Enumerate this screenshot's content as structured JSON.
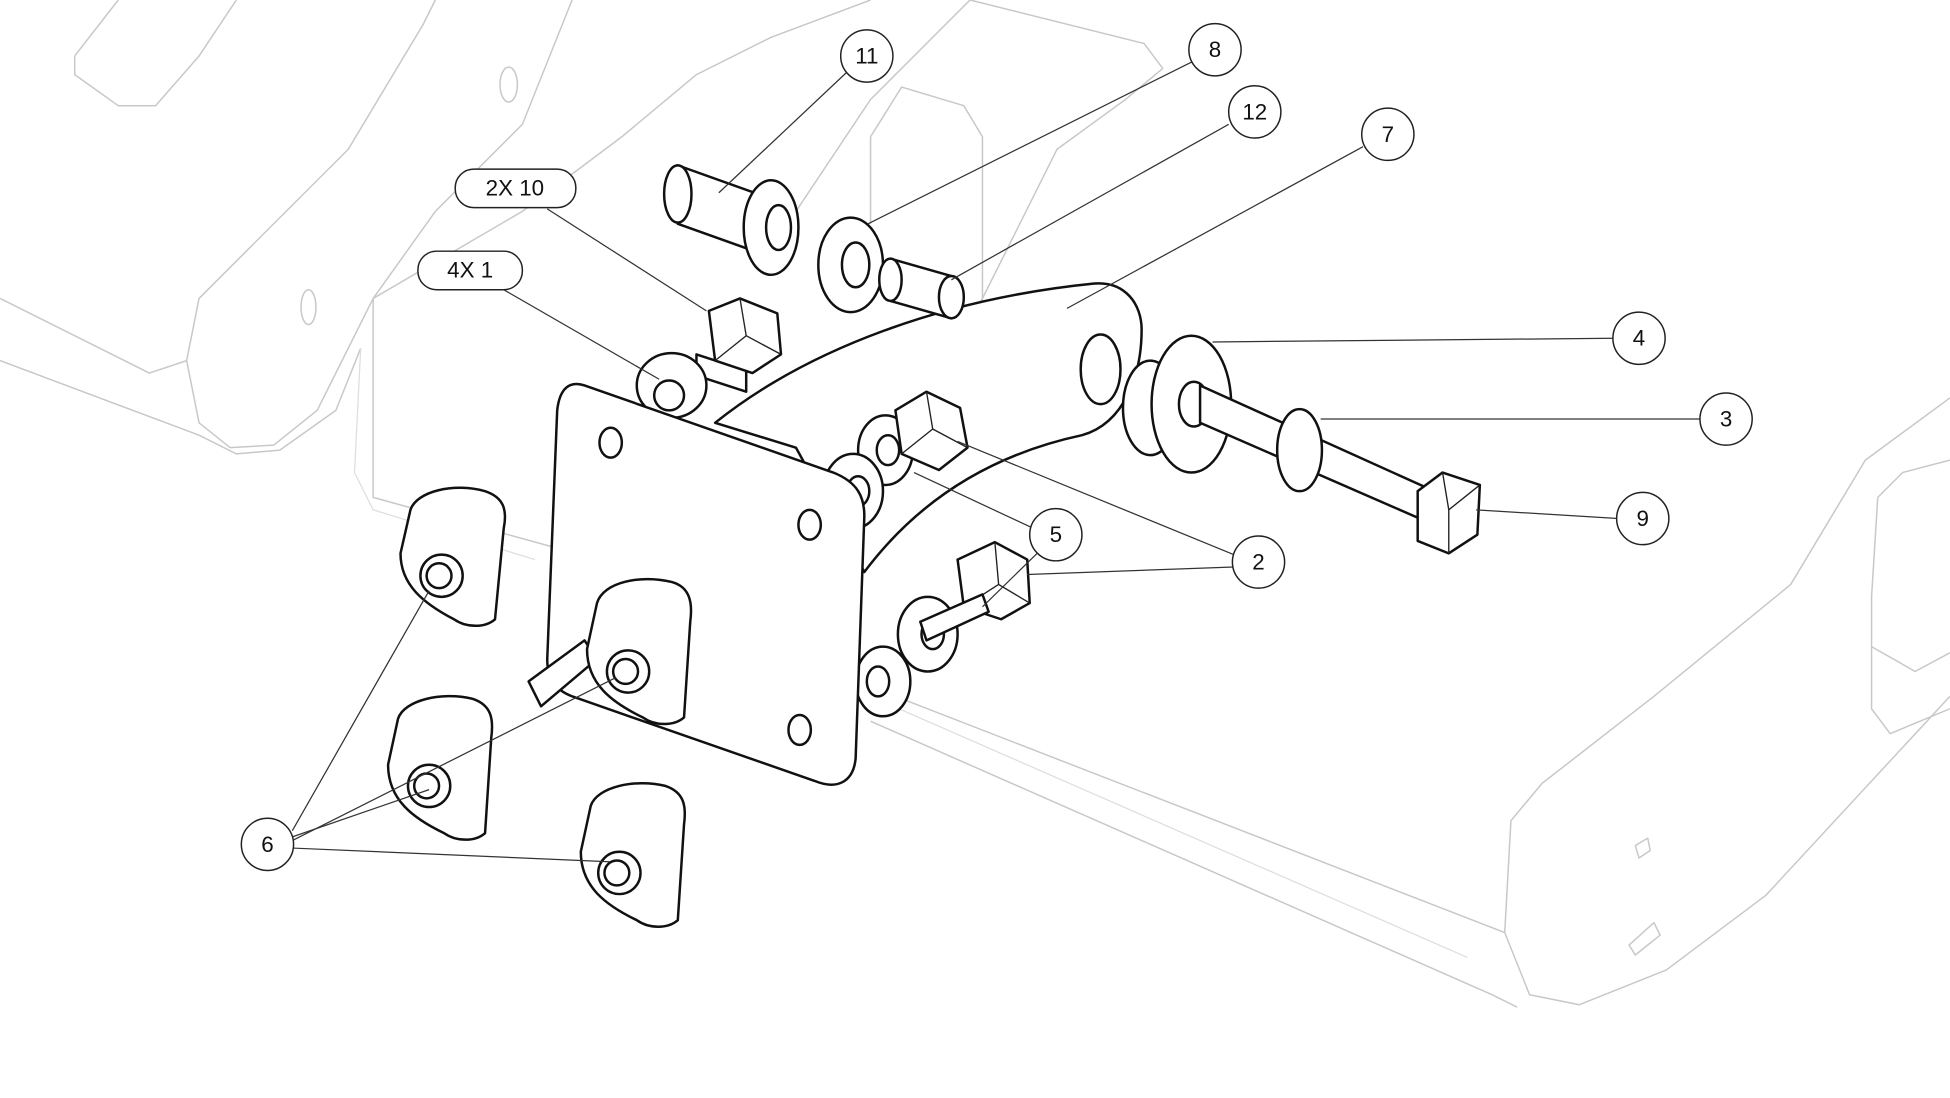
{
  "callouts": {
    "c11": "11",
    "c8": "8",
    "c12": "12",
    "c7": "7",
    "c2x10": "2X 10",
    "c4x1": "4X 1",
    "c4": "4",
    "c3": "3",
    "c9": "9",
    "c5": "5",
    "c2": "2",
    "c6": "6"
  },
  "colors": {
    "line": "#111111",
    "background_outline": "#c8c8c8",
    "background": "#ffffff"
  }
}
